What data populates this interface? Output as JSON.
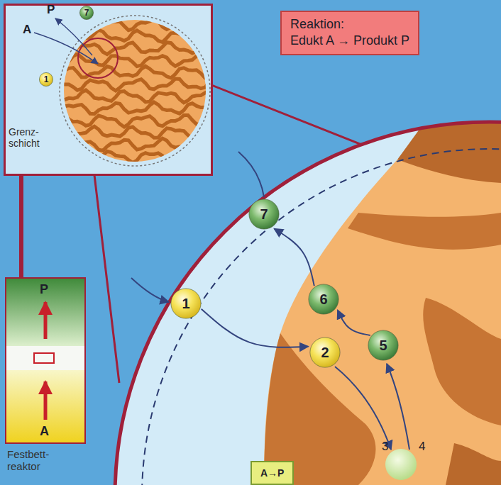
{
  "diagram": {
    "nodes": [
      {
        "text": [
          "A",
          "P",
          "Grenz- schicht"
        ]
      },
      {
        "text": [
          "7"
        ],
        "in": 0
      },
      {
        "text": [
          "1"
        ],
        "in": 0
      },
      {
        "text": [
          "Reaktion:",
          "Edukt A → Produkt P"
        ]
      },
      {
        "text": [
          "7"
        ]
      },
      {
        "text": [
          "1"
        ]
      },
      {
        "text": [
          "6"
        ]
      },
      {
        "text": [
          "2"
        ]
      },
      {
        "text": [
          "5"
        ]
      },
      {
        "text": [
          "P"
        ]
      },
      {
        "text": [
          "A"
        ]
      },
      {
        "text": [
          "A→P"
        ]
      }
    ],
    "edges": [
      {
        "from": 5,
        "to": 7,
        "arrow": "to"
      },
      {
        "from": 8,
        "to": 6,
        "arrow": "to"
      },
      {
        "from": 6,
        "to": 4,
        "arrow": "to"
      }
    ],
    "labels": [
      "3",
      "4",
      "Festbett- reaktor"
    ]
  }
}
